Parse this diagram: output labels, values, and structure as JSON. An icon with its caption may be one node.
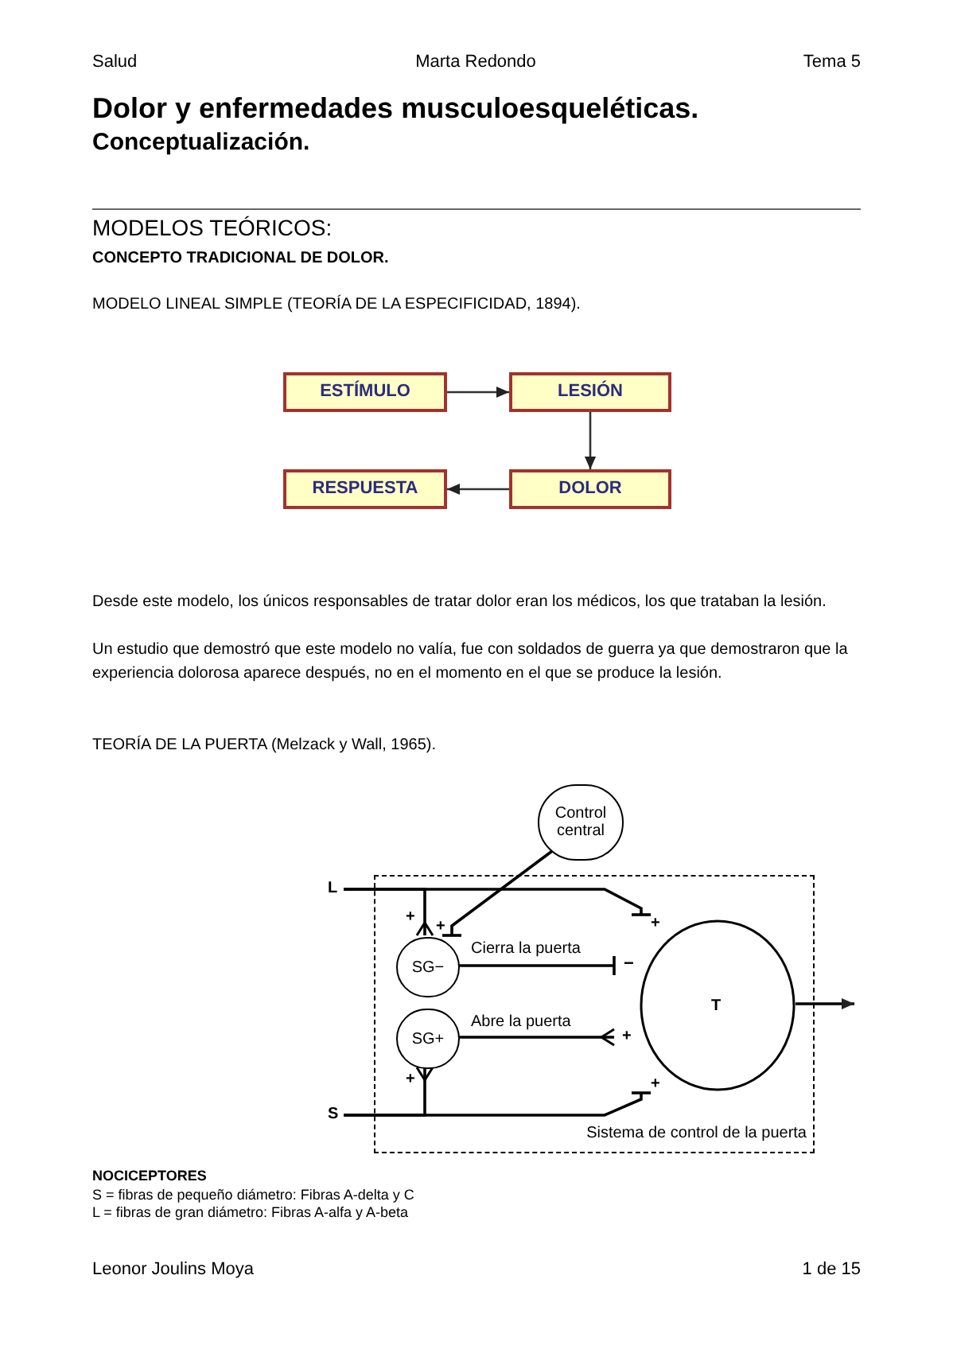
{
  "diagram": {
    "title": "Dolor y enfermedades musculoesqueléticas.",
    "nodes": [
      {
        "text": [
          "ESTÍMULO"
        ]
      },
      {
        "text": [
          "LESIÓN"
        ]
      },
      {
        "text": [
          "DOLOR"
        ]
      },
      {
        "text": [
          "RESPUESTA"
        ]
      },
      {
        "text": [
          "Control central"
        ]
      },
      {
        "text": [
          "Sistema de control de la puerta"
        ]
      },
      {
        "text": [
          "SG−"
        ],
        "in": 5
      },
      {
        "text": [
          "SG+"
        ],
        "in": 5
      },
      {
        "text": [
          "T"
        ],
        "in": 5
      },
      {
        "text": [
          "L"
        ]
      },
      {
        "text": [
          "S"
        ]
      }
    ],
    "edges": [
      {
        "from": 0,
        "to": 1,
        "arrow": "to"
      },
      {
        "from": 1,
        "to": 2,
        "arrow": "to"
      },
      {
        "from": 2,
        "to": 3,
        "arrow": "to"
      },
      {
        "from": 9,
        "to": 8,
        "arrow": "other"
      },
      {
        "from": 9,
        "to": 6,
        "arrow": "other"
      },
      {
        "from": 4,
        "to": 6,
        "arrow": "other"
      },
      {
        "from": 6,
        "to": 8,
        "arrow": "other",
        "label": "Cierra la puerta"
      },
      {
        "from": 7,
        "to": 8,
        "arrow": "other",
        "label": "Abre la puerta"
      },
      {
        "from": 10,
        "to": 8,
        "arrow": "other"
      },
      {
        "from": 10,
        "to": 7,
        "arrow": "other"
      },
      {
        "from": 8,
        "to": null,
        "arrow": "to"
      }
    ],
    "labels": [
      "Salud",
      "Marta Redondo",
      "Tema 5",
      "Conceptualización.",
      "MODELOS TEÓRICOS:",
      "CONCEPTO TRADICIONAL DE DOLOR.",
      "MODELO LINEAL SIMPLE (TEORÍA DE LA ESPECIFICIDAD, 1894).",
      "Desde este modelo, los únicos responsables de tratar dolor eran los médicos, los que trataban la lesión.",
      "Un estudio que demostró que este modelo no valía, fue con soldados de guerra ya que demostraron que la experiencia dolorosa aparece después, no en el momento en el que se produce la lesión.",
      "TEORÍA DE LA PUERTA (Melzack y Wall, 1965).",
      "+",
      "+",
      "+",
      "−",
      "+",
      "+",
      "+",
      "NOCICEPTORES",
      "S = fibras de pequeño diámetro: Fibras A-delta y C",
      "L = fibras de gran diámetro: Fibras A-alfa y A-beta",
      "Leonor Joulins Moya",
      "1 de 15"
    ]
  }
}
